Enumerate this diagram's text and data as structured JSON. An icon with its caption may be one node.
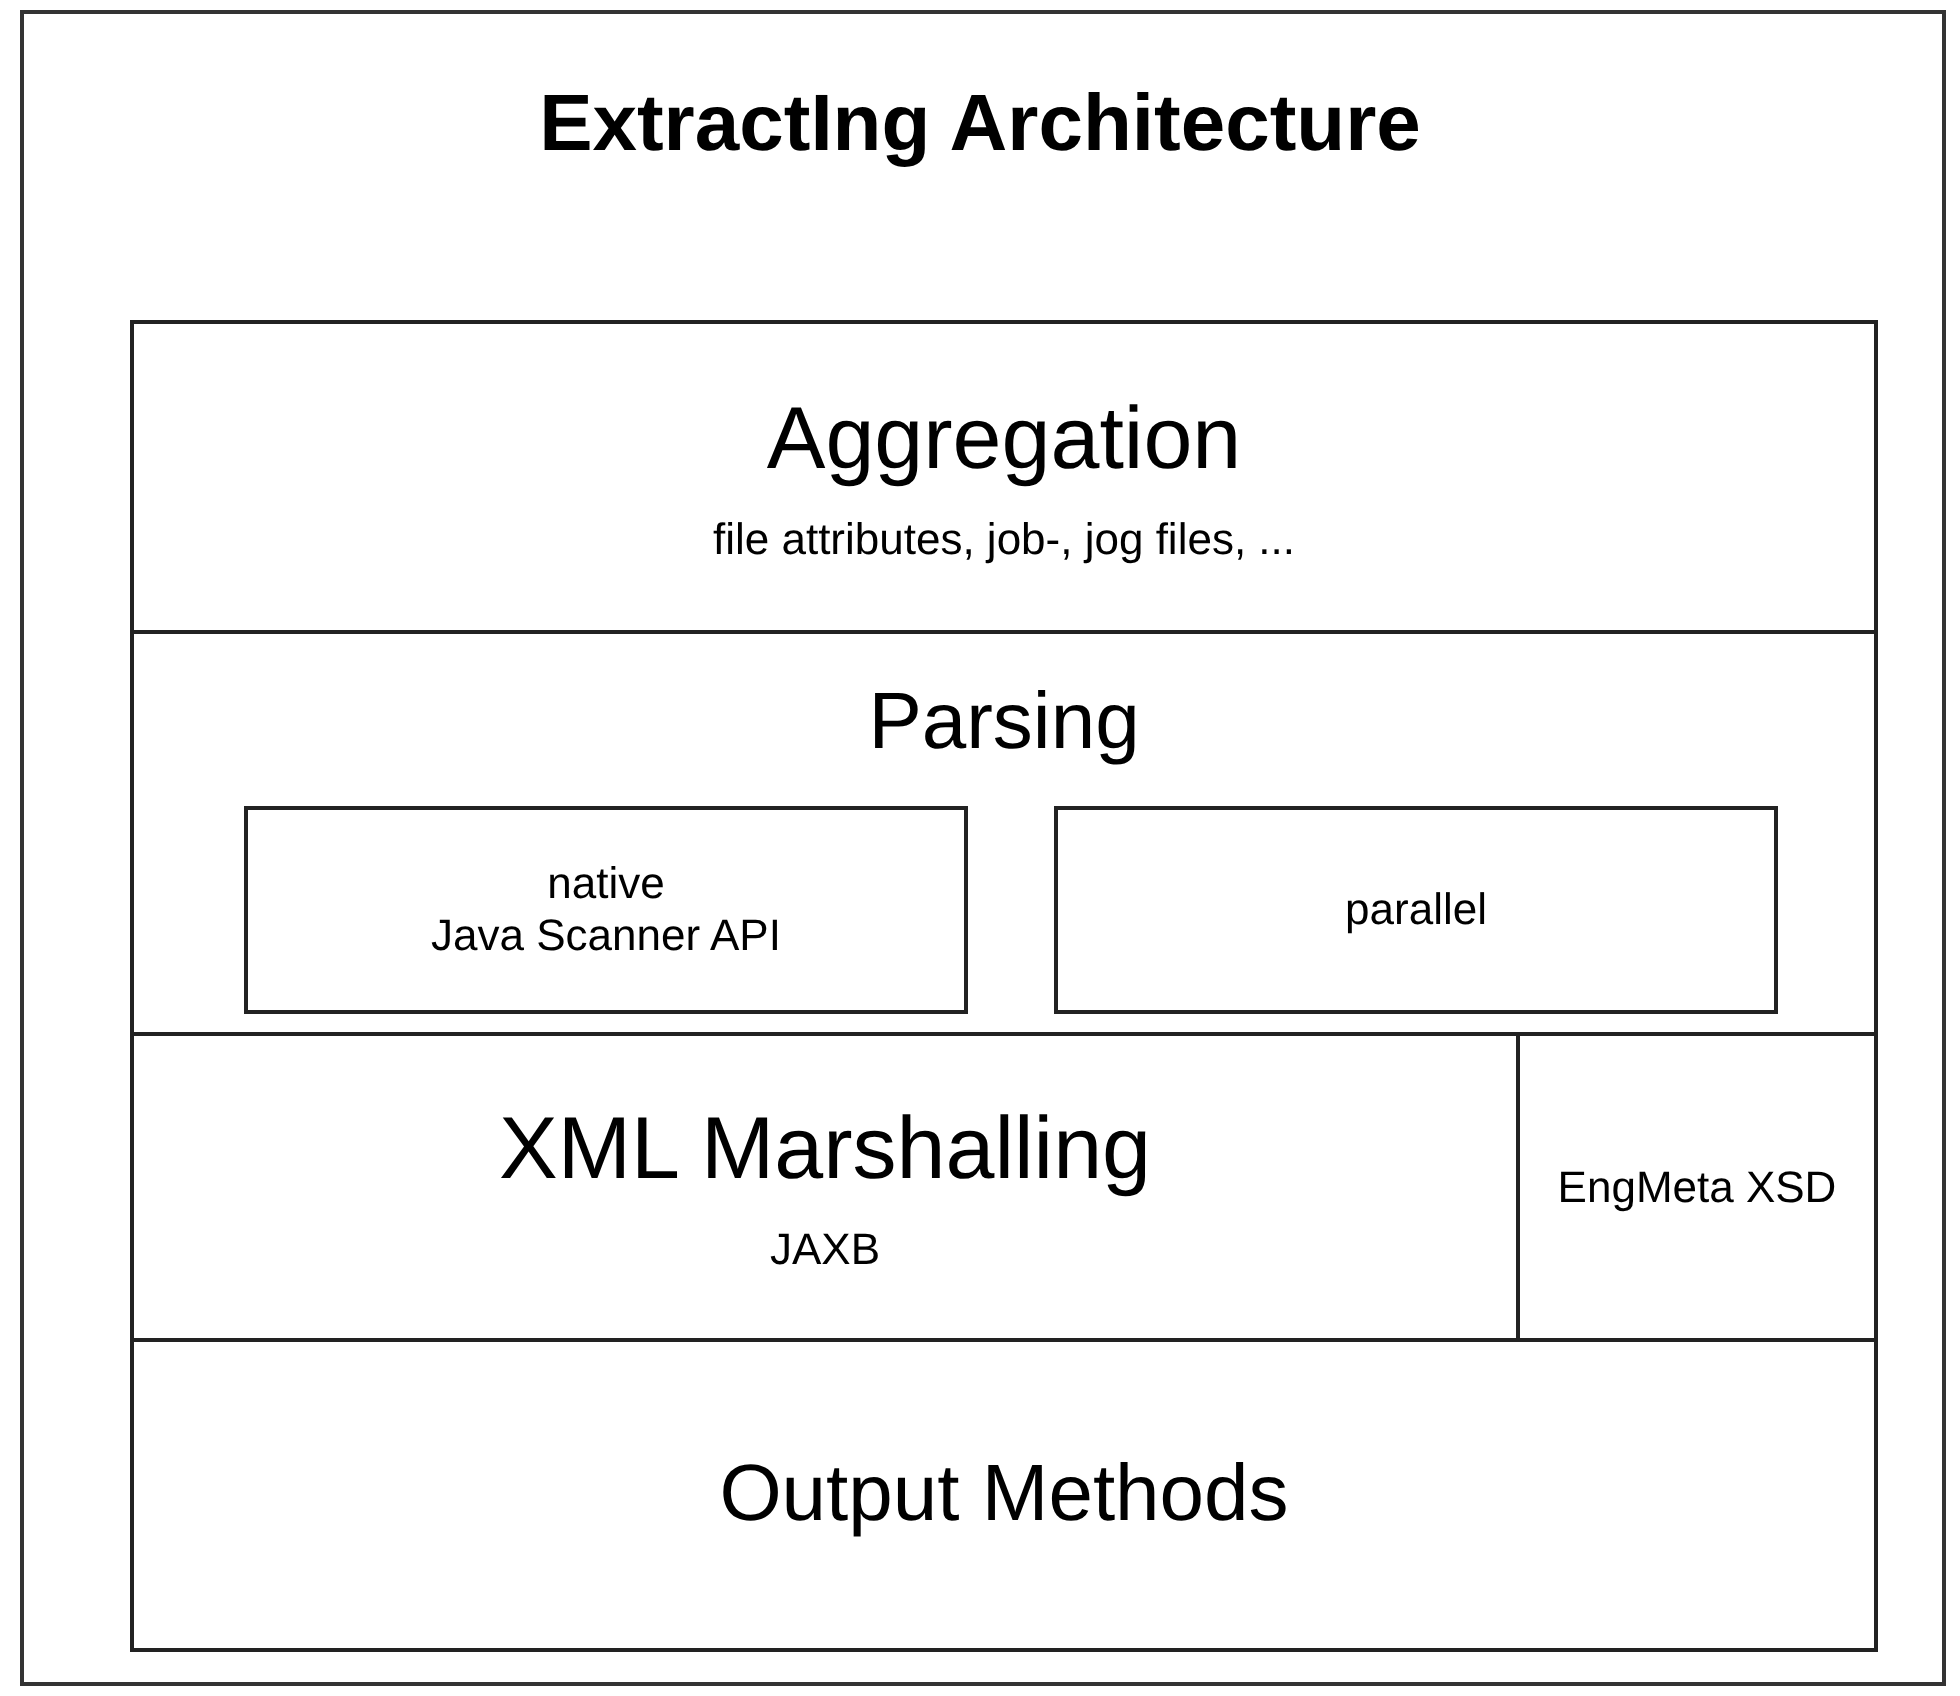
{
  "diagram": {
    "title": "ExtractIng Architecture",
    "nodes": [
      {
        "text": [
          "Aggregation",
          "file attributes, job-, jog files, ..."
        ]
      },
      {
        "text": [
          "Parsing"
        ]
      },
      {
        "text": [
          "native",
          "Java Scanner API"
        ],
        "in": 1
      },
      {
        "text": [
          "parallel"
        ],
        "in": 1
      },
      {
        "text": [
          "XML Marshalling",
          "JAXB"
        ]
      },
      {
        "text": [
          "EngMeta XSD"
        ]
      },
      {
        "text": [
          "Output Methods"
        ]
      }
    ]
  }
}
